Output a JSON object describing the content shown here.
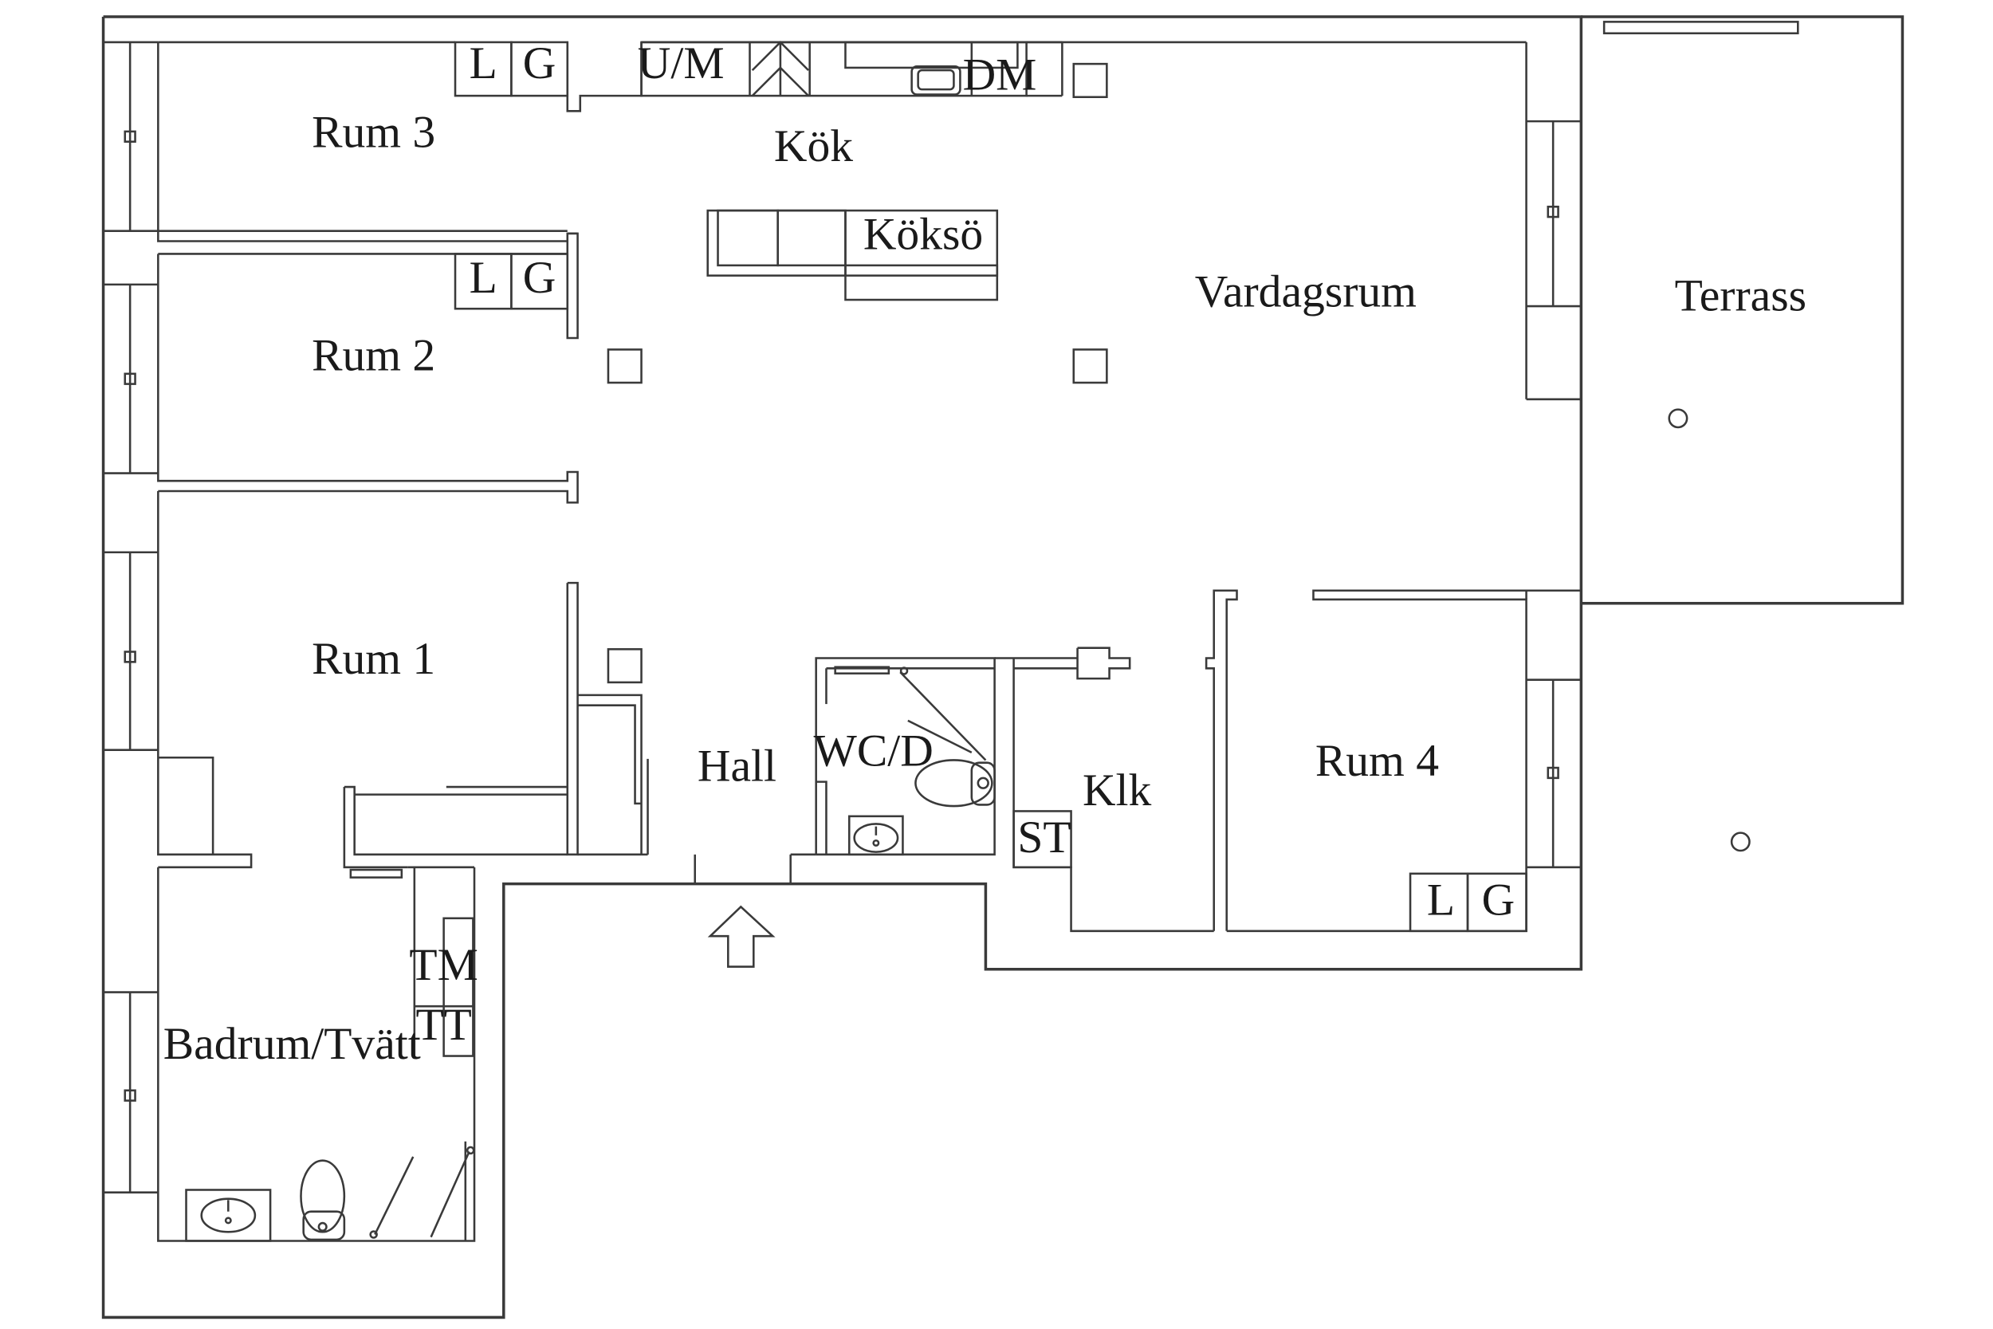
{
  "rooms": {
    "rum3": "Rum 3",
    "rum2": "Rum 2",
    "rum1": "Rum 1",
    "kok": "Kök",
    "koksö": "Köksö",
    "vardagsrum": "Vardagsrum",
    "terrass": "Terrass",
    "hall": "Hall",
    "wcd": "WC/D",
    "klk": "Klk",
    "rum4": "Rum 4",
    "badrum": "Badrum/Tvätt"
  },
  "fixtures": {
    "L": "L",
    "G": "G",
    "UM": "U/M",
    "DM": "DM",
    "ST": "ST",
    "TM": "TM",
    "TT": "TT"
  }
}
